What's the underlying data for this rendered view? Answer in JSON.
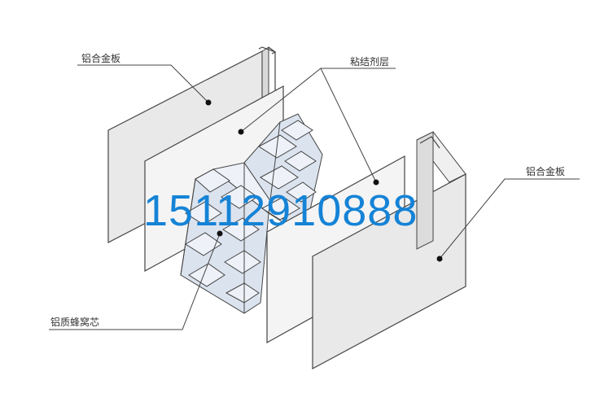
{
  "labels": {
    "top_left_plate": "铝合金板",
    "adhesive_layer": "粘结剂层",
    "right_plate": "铝合金板",
    "honeycomb_core": "铝质蜂窝芯"
  },
  "watermark": "15112910888",
  "colors": {
    "line": "#444444",
    "panel_fill": "#e9e9e9",
    "panel_fill_light": "#f4f4f4",
    "panel_edge": "#cfcfcf",
    "honeycomb_fill": "#dbe3ee",
    "honeycomb_fill_light": "#eef2f8",
    "watermark": "#1583d6",
    "label_text": "#333333"
  }
}
